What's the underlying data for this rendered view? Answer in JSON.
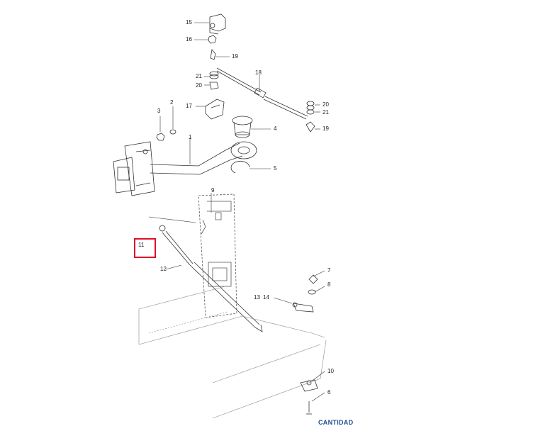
{
  "diagram": {
    "callouts": {
      "c15": "15",
      "c16": "16",
      "c19a": "19",
      "c21a": "21",
      "c20a": "20",
      "c18": "18",
      "c17": "17",
      "c3": "3",
      "c2": "2",
      "c20b": "20",
      "c21b": "21",
      "c19b": "19",
      "c4": "4",
      "c1": "1",
      "c5": "5",
      "c9": "9",
      "c11": "11",
      "c12": "12",
      "c7": "7",
      "c8": "8",
      "c13": "13",
      "c14": "14",
      "c10": "10",
      "c6": "6"
    },
    "highlight": {
      "color": "#e0102a",
      "target": "11"
    }
  },
  "footer": {
    "link_label": "CANTIDAD",
    "link_color": "#1f4e8c"
  }
}
